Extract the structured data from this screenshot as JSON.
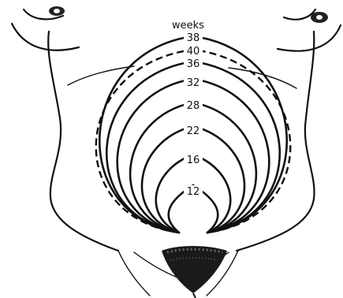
{
  "diagram": {
    "unit_label": "weeks",
    "contours": [
      {
        "weeks": "38",
        "style": "solid"
      },
      {
        "weeks": "40",
        "style": "dashed"
      },
      {
        "weeks": "36",
        "style": "solid"
      },
      {
        "weeks": "32",
        "style": "solid"
      },
      {
        "weeks": "28",
        "style": "solid"
      },
      {
        "weeks": "22",
        "style": "solid"
      },
      {
        "weeks": "16",
        "style": "solid"
      },
      {
        "weeks": "12",
        "style": "solid"
      }
    ]
  }
}
